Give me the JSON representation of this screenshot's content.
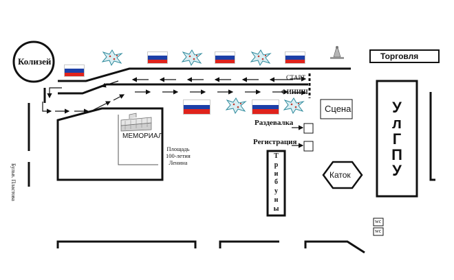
{
  "labels": {
    "coliseum": "Колизей",
    "trade": "Торговля",
    "start": "СТАРТ",
    "finish": "ФИНИШ",
    "stage": "Сцена",
    "dressing_room": "Раздевалка",
    "registration": "Регистрация",
    "memorial": "МЕМОРИАЛ",
    "square": "Площадь\n100-летия\nЛенина",
    "street": "Бульв. Пластова",
    "rink": "Каток",
    "stands": "Трибуны",
    "university": "УлГПУ",
    "wc1": "wc",
    "wc2": "wc"
  },
  "colors": {
    "line": "#111111",
    "flag_white": "#ffffff",
    "flag_blue": "#1c3fa8",
    "flag_red": "#e0231c",
    "star_fill": "#d9eef3",
    "star_stroke": "#2f8a9c",
    "star_dot": "#c0392b"
  },
  "icons": {
    "flag": "russian-flag-icon",
    "star": "festive-star-icon",
    "monument": "monument-icon",
    "memorial": "memorial-building-icon"
  }
}
